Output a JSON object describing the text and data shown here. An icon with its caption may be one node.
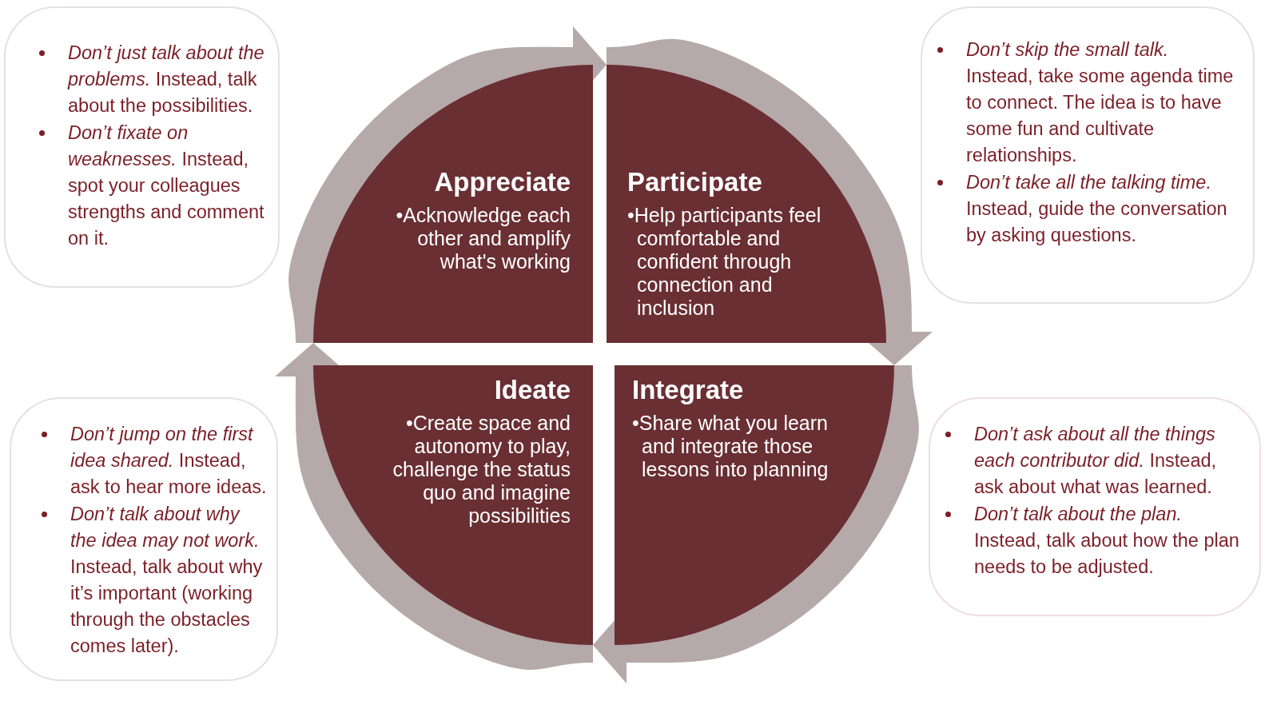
{
  "diagram": {
    "nodes": [
      {
        "text": [
          "*Don’t just talk about the problems.* Instead, talk about the possibilities.",
          "*Don’t fixate on weaknesses.* Instead, spot your colleagues strengths and comment on it."
        ]
      },
      {
        "text": [
          "Appreciate",
          "•Acknowledge each other and amplify what's working"
        ]
      },
      {
        "text": [
          "Participate",
          "•Help participants feel comfortable and confident through connection and inclusion"
        ]
      },
      {
        "text": [
          "*Don’t skip the small talk.* Instead, take some agenda time to connect. The idea is to have some fun and cultivate relationships.",
          "*Don’t take all the talking time.* Instead, guide the conversation by asking questions."
        ]
      },
      {
        "text": [
          "*Don’t jump on the first idea shared.* Instead, ask to hear more ideas.",
          "*Don’t talk about why the idea may not work.* Instead, talk about why it’s important (working through the obstacles comes later)."
        ]
      },
      {
        "text": [
          "Ideate",
          "•Create space and autonomy to play, challenge the status quo and imagine possibilities"
        ]
      },
      {
        "text": [
          "Integrate",
          "•Share what you learn and integrate those lessons into planning"
        ]
      },
      {
        "text": [
          "*Don’t ask about all the things each contributor did.* Instead, ask about what was learned.",
          "*Don’t talk about the plan.* Instead, talk about how the plan needs to be adjusted."
        ]
      }
    ],
    "edges": [
      {
        "from": 1,
        "to": 2,
        "arrow": "to"
      },
      {
        "from": 2,
        "to": 6,
        "arrow": "to"
      },
      {
        "from": 6,
        "to": 5,
        "arrow": "to"
      },
      {
        "from": 5,
        "to": 1,
        "arrow": "to"
      }
    ]
  }
}
